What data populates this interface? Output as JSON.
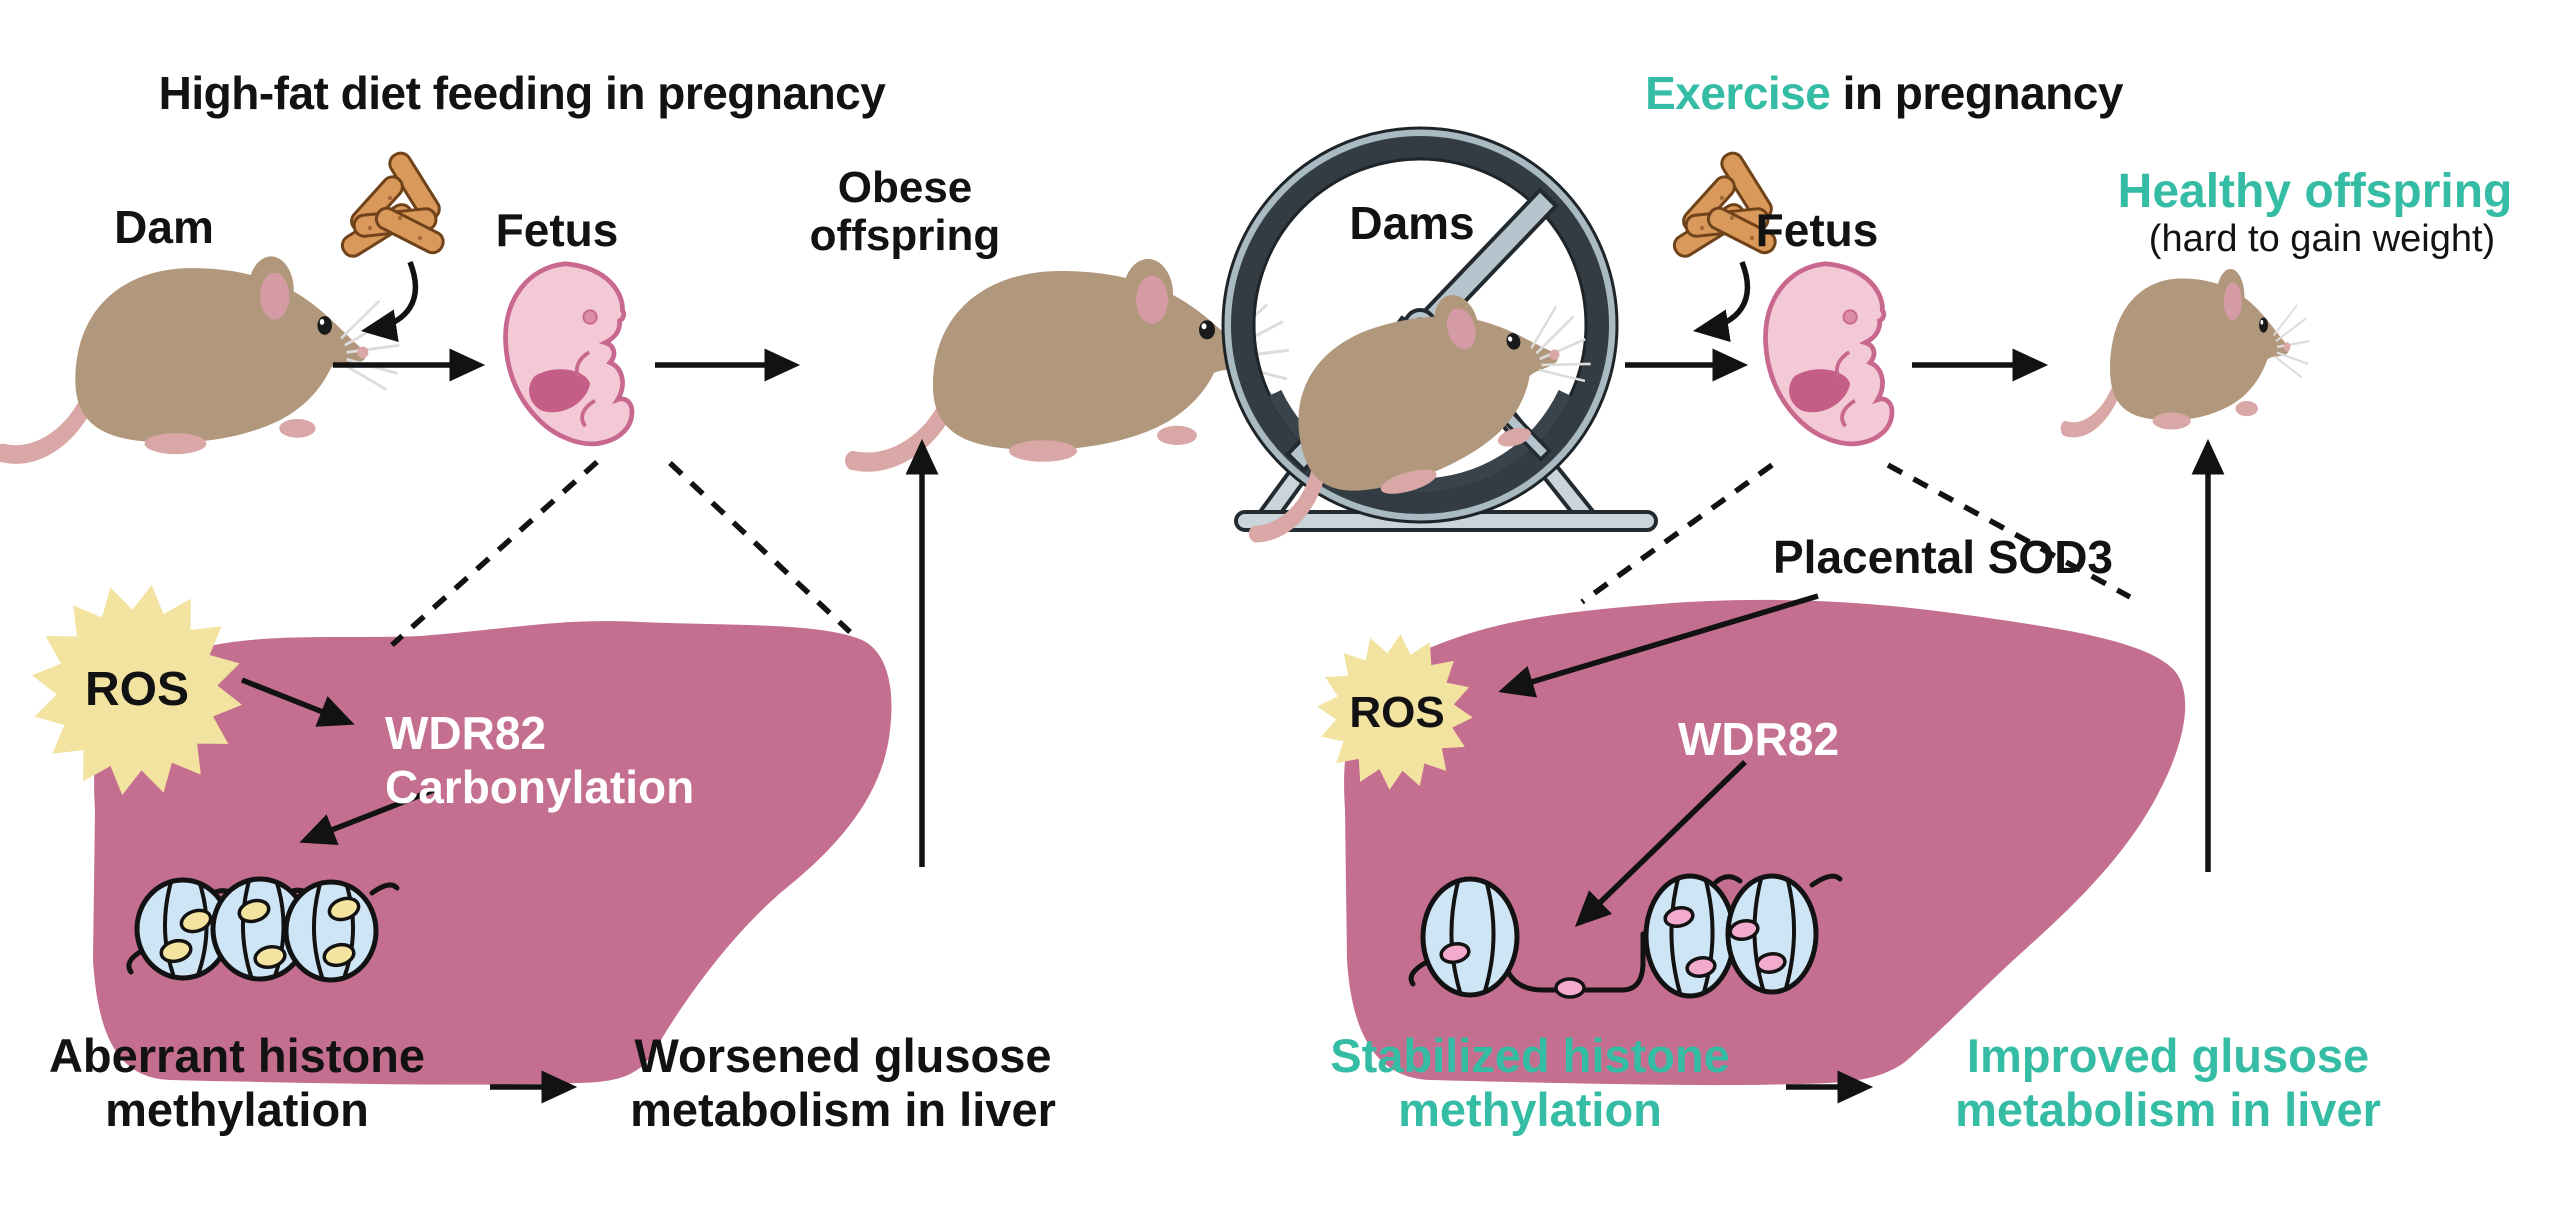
{
  "colors": {
    "ink": "#121212",
    "teal": "#34BCA4",
    "liver": "#C56F90",
    "burst": "#F3E3A1",
    "nucblue": "#CEE5F6",
    "methyl-yellow": "#F5E3A0",
    "methyl-pink": "#F2AACD",
    "mouse-tan": "#B1977B",
    "mouse-pink": "#D9A8A6",
    "ear-pink": "#D49BA4",
    "fetus-pink": "#F4C9D6",
    "fetus-outline": "#C8688E",
    "fetus-liver": "#C55E86",
    "pellet": "#D9995B",
    "pellet-outline": "#70421A",
    "wheel-dark": "#333C43",
    "wheel-light": "#B5C4CD",
    "stand": "#C9D5DB"
  },
  "left_panel": {
    "title": "High-fat diet feeding in pregnancy",
    "dam_label": "Dam",
    "fetus_label": "Fetus",
    "offspring_lines": [
      "Obese",
      "offspring"
    ],
    "ros_label": "ROS",
    "liver_text_lines": [
      "WDR82",
      "Carbonylation"
    ],
    "outcome_histone_lines": [
      "Aberrant histone",
      "methylation"
    ],
    "outcome_metabolism_lines": [
      "Worsened glusose",
      "metabolism in liver"
    ]
  },
  "right_panel": {
    "title_highlight": "Exercise",
    "title_rest": " in pregnancy",
    "dams_label": "Dams",
    "fetus_label": "Fetus",
    "offspring_label": "Healthy offspring",
    "offspring_sub": "(hard to gain weight)",
    "placental_label": "Placental SOD3",
    "ros_label": "ROS",
    "liver_text": "WDR82",
    "outcome_histone_lines": [
      "Stabilized histone",
      "methylation"
    ],
    "outcome_metabolism_lines": [
      "Improved glusose",
      "metabolism in liver"
    ]
  }
}
